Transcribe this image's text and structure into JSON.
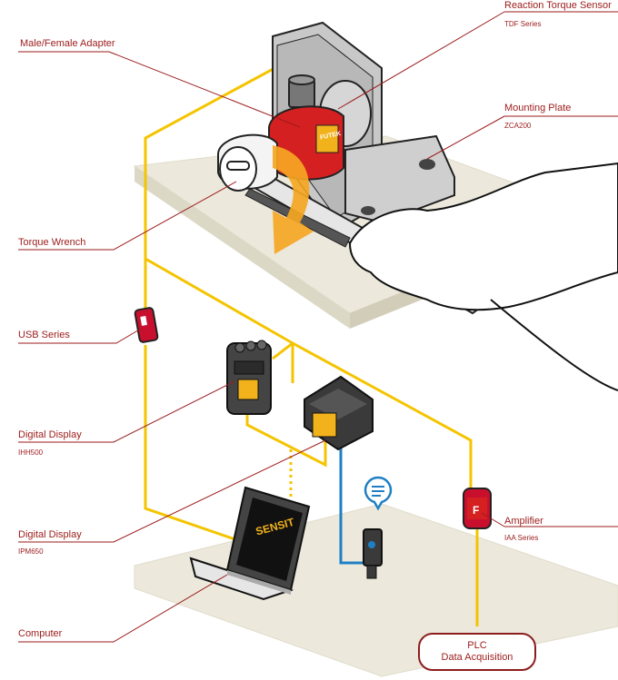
{
  "labels": {
    "reaction_sensor": {
      "title": "Reaction Torque Sensor",
      "sub": "TDF Series"
    },
    "adapter": {
      "title": "Male/Female Adapter"
    },
    "mounting_plate": {
      "title": "Mounting Plate",
      "sub": "ZCA200"
    },
    "torque_wrench": {
      "title": "Torque Wrench"
    },
    "usb": {
      "title": "USB Series"
    },
    "digital_display_1": {
      "title": "Digital Display",
      "sub": "IHH500"
    },
    "digital_display_2": {
      "title": "Digital Display",
      "sub": "IPM650"
    },
    "amplifier": {
      "title": "Amplifier",
      "sub": "IAA Series"
    },
    "computer": {
      "title": "Computer"
    },
    "plc": {
      "line1": "PLC",
      "line2": "Data Acquisition"
    }
  },
  "product_text": {
    "sensor_brand": "FUTEK",
    "laptop_brand": "SENSIT"
  },
  "colors": {
    "label_red": "#9c1b1b",
    "cable_yellow": "#f5c400",
    "cable_blue": "#1f7fc4",
    "platform": "#ece9dc",
    "sensor_red": "#d42020",
    "arrow_orange": "#f5a623"
  },
  "icons": {
    "bluetooth_bubble": "chat-bubble-icon",
    "wrench_arrow": "rotation-arrow-icon"
  }
}
